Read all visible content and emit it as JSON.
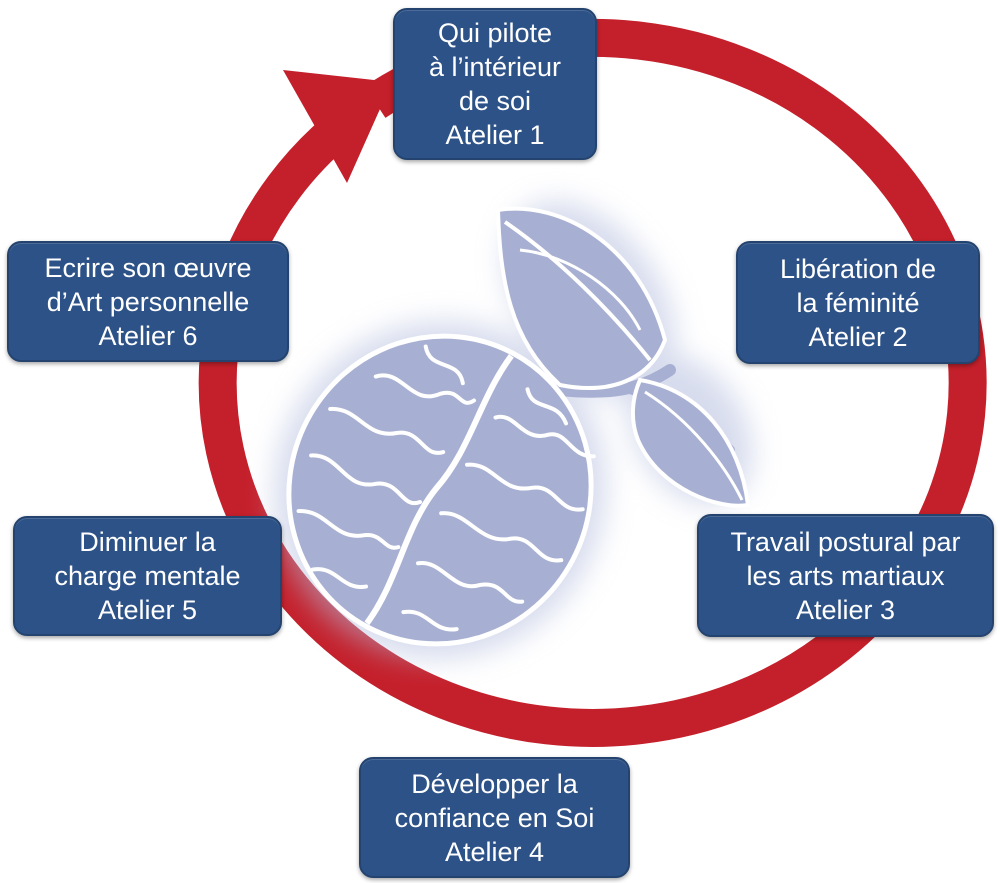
{
  "colors": {
    "cycle_arrow": "#c4202b",
    "box_fill": "#2d5287",
    "box_text": "#ffffff",
    "illustration": "#a7b0d2",
    "illustration_line": "#ffffff"
  },
  "center_illustration": {
    "icon": "brain-with-leaves-icon"
  },
  "steps": [
    {
      "lines": [
        "Qui pilote",
        "à l’intérieur",
        "de soi",
        "Atelier 1"
      ]
    },
    {
      "lines": [
        "Libération de",
        "la féminité",
        "Atelier 2"
      ]
    },
    {
      "lines": [
        "Travail postural par",
        "les arts martiaux",
        "Atelier 3"
      ]
    },
    {
      "lines": [
        "Développer la",
        "confiance en Soi",
        "Atelier 4"
      ]
    },
    {
      "lines": [
        "Diminuer la",
        "charge mentale",
        "Atelier 5"
      ]
    },
    {
      "lines": [
        "Ecrire son œuvre",
        "d’Art personnelle",
        "Atelier 6"
      ]
    }
  ]
}
